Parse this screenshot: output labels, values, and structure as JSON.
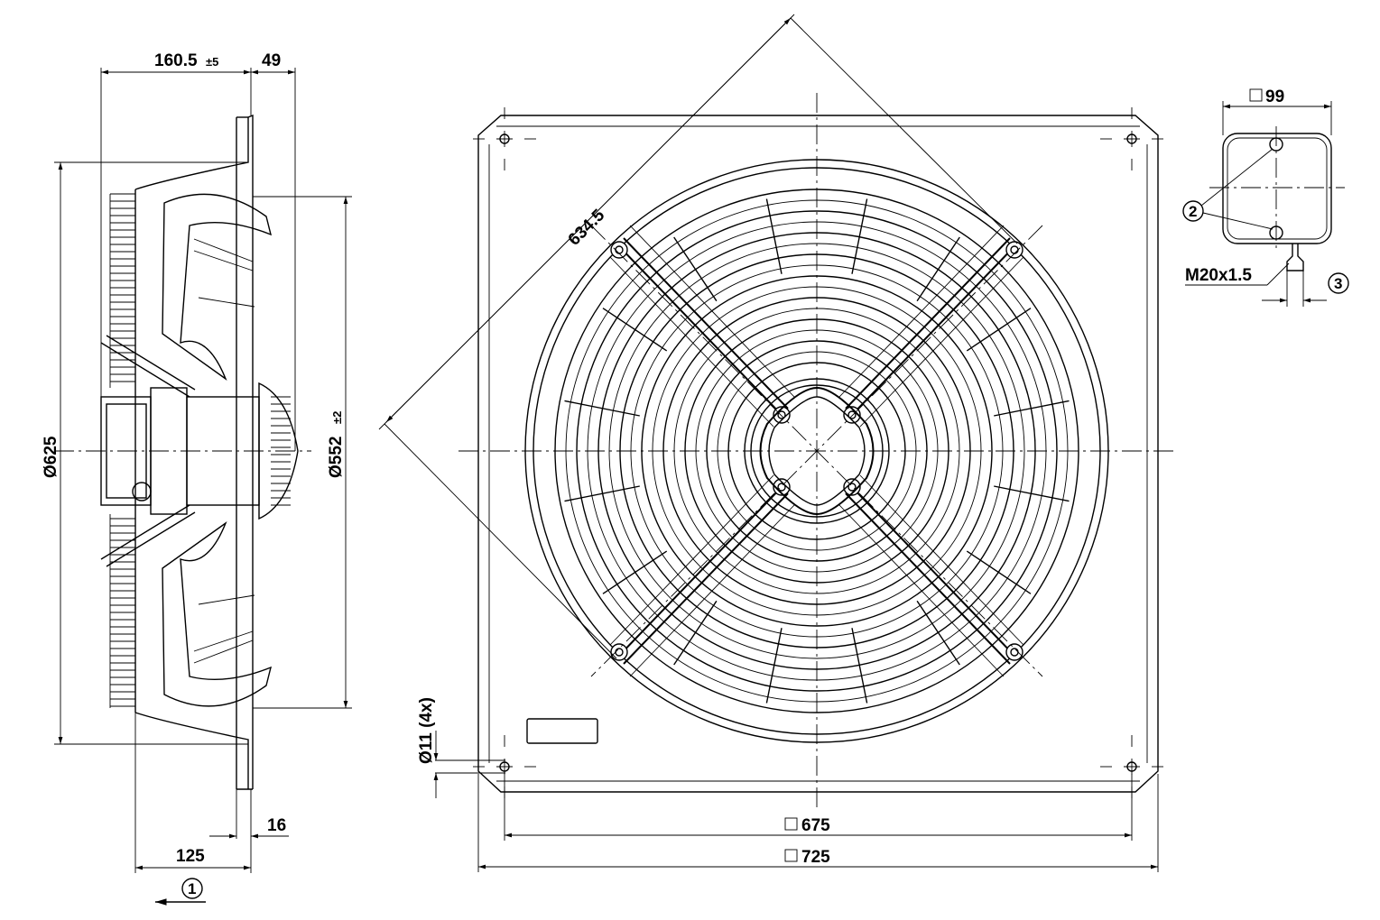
{
  "dimensions": {
    "depth_total": "160.5",
    "depth_total_tol": "±5",
    "depth_guard": "49",
    "dia_guard": "Ø625",
    "dia_impeller": "Ø552",
    "dia_impeller_tol": "±2",
    "flange_thickness": "16",
    "plate_offset": "125",
    "diagonal": "634.5",
    "hole_dia": "Ø11 (4x)",
    "bolt_square": "675",
    "plate_square": "725",
    "box_square": "99",
    "cable_gland": "M20x1.5"
  },
  "callouts": {
    "airflow": "1",
    "box_screws": "2",
    "cable_gland": "3"
  },
  "colors": {
    "line": "#000000",
    "background": "#ffffff"
  }
}
